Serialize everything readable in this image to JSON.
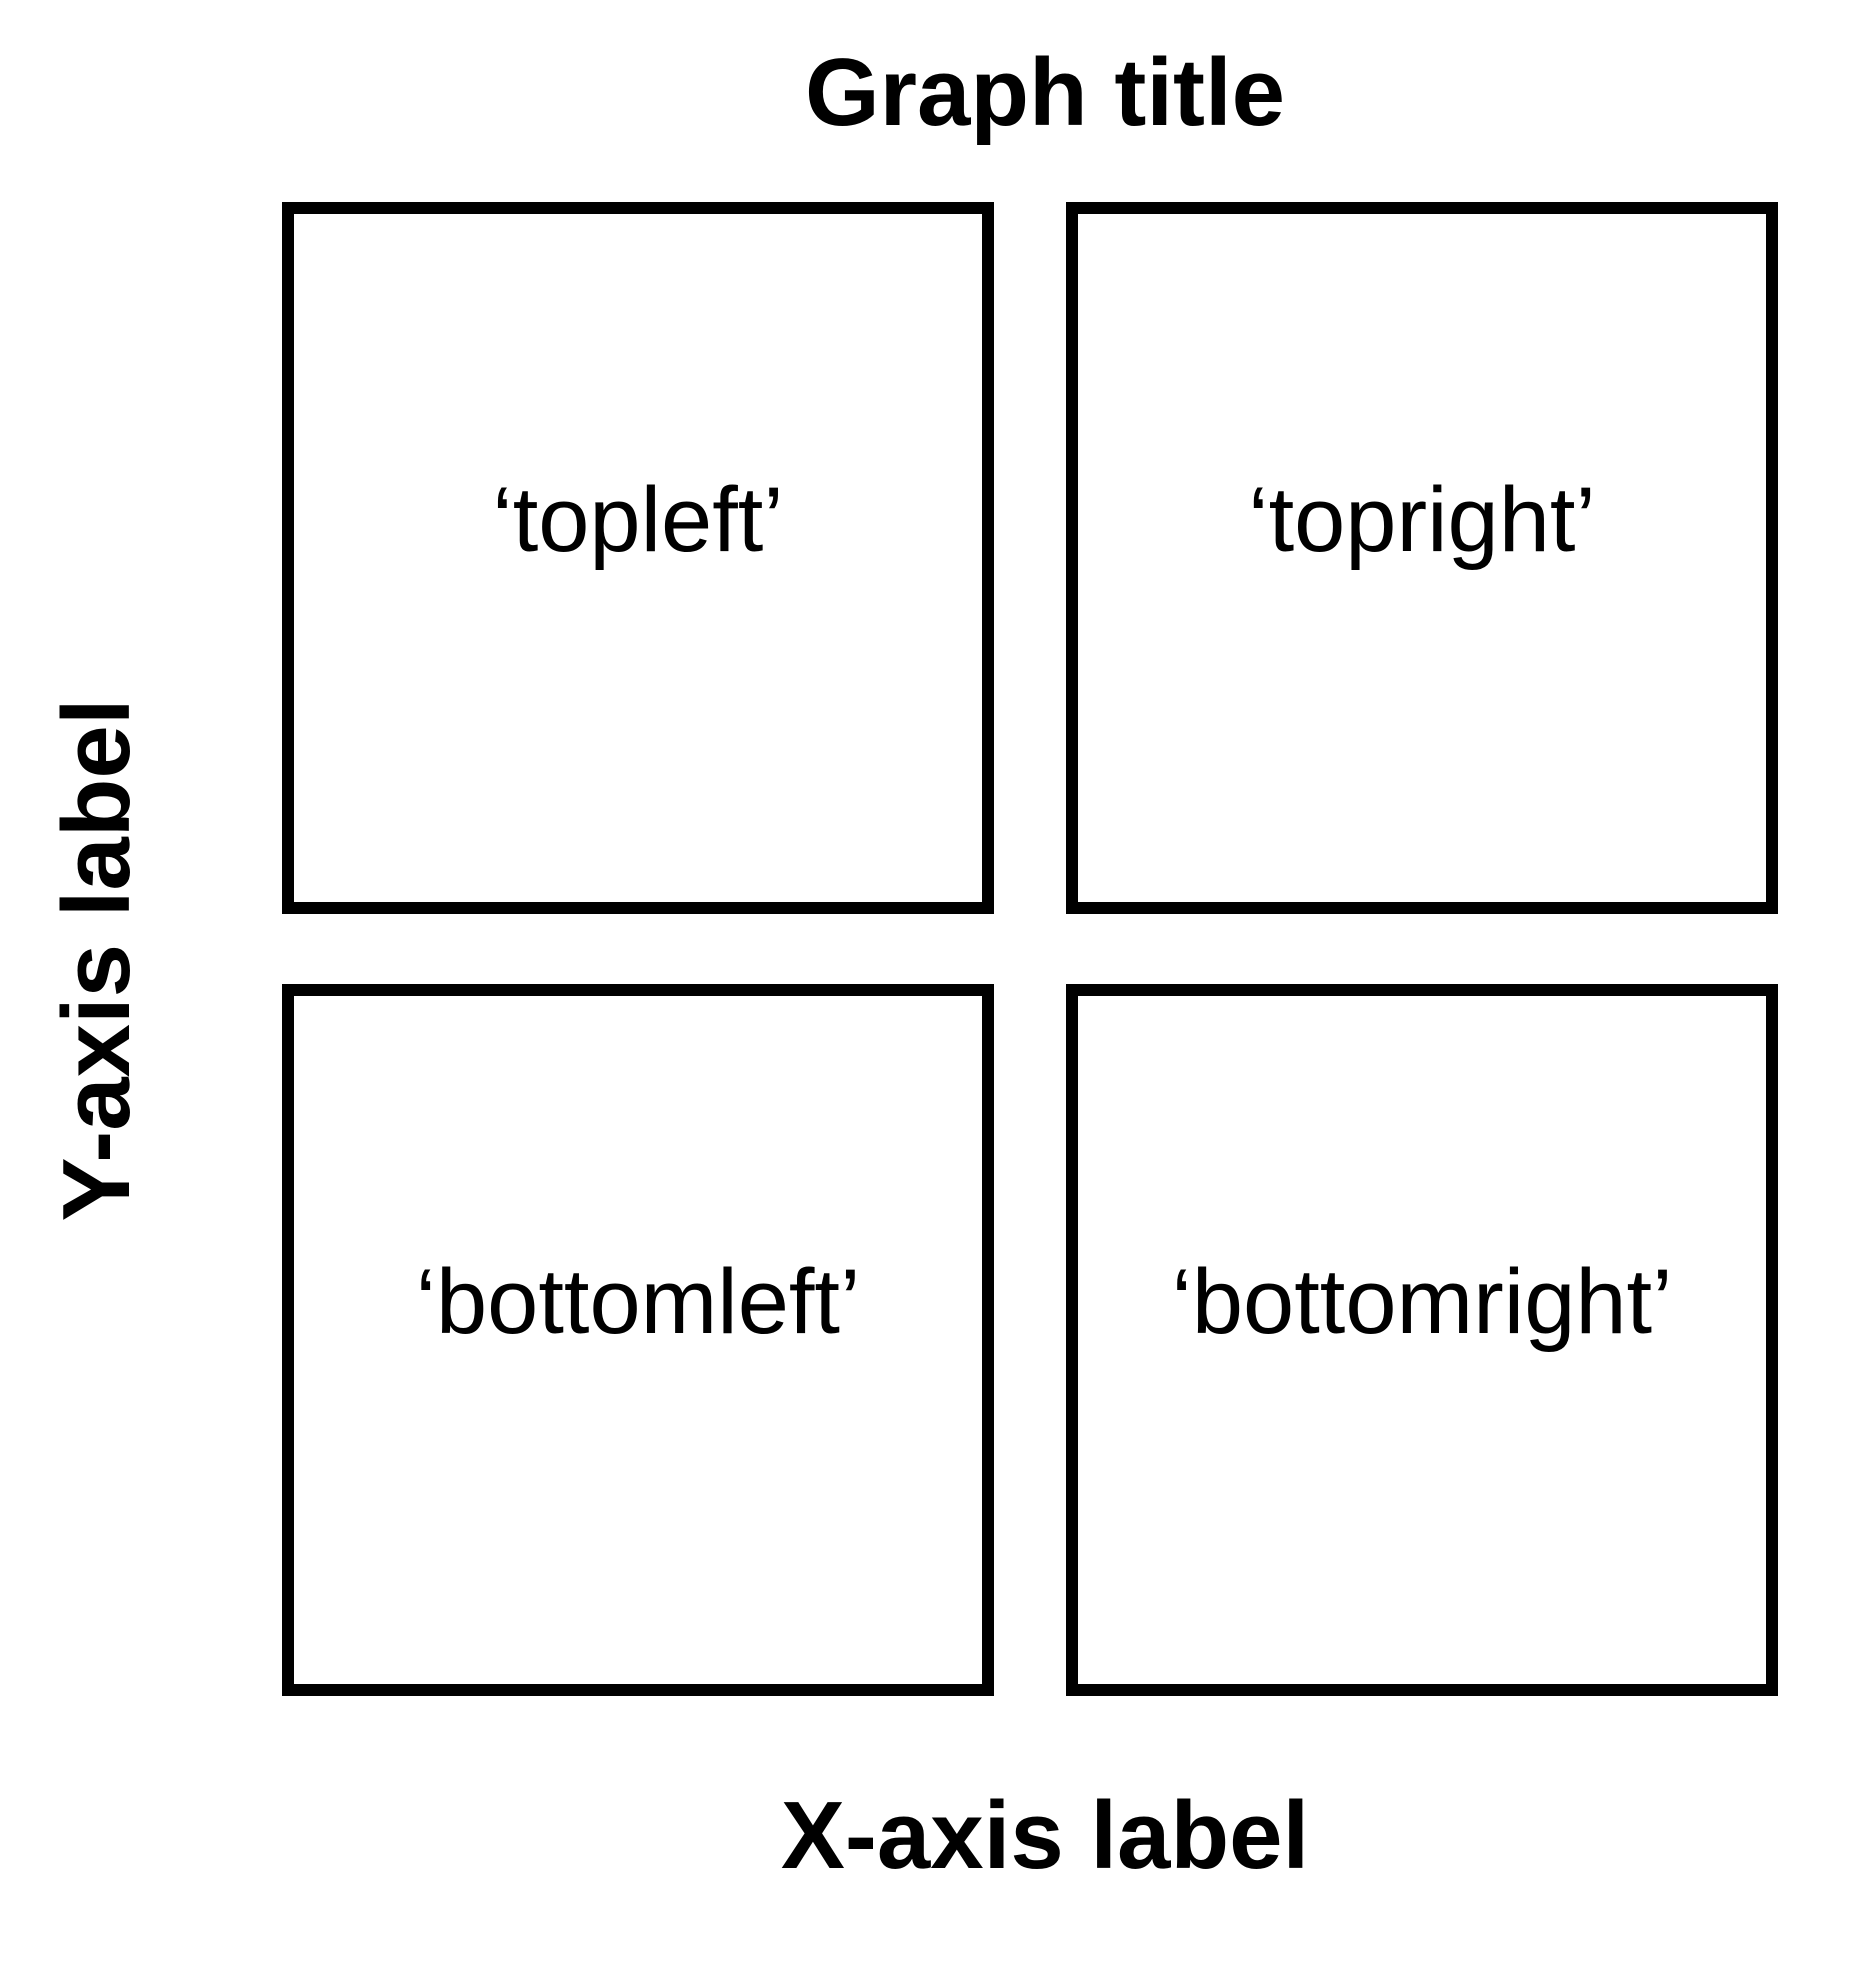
{
  "title": "Graph title",
  "x_axis_label": "X-axis label",
  "y_axis_label": "Y-axis label",
  "panels": {
    "topleft": "‘topleft’",
    "topright": "‘topright’",
    "bottomleft": "‘bottomleft’",
    "bottomright": "‘bottomright’"
  }
}
